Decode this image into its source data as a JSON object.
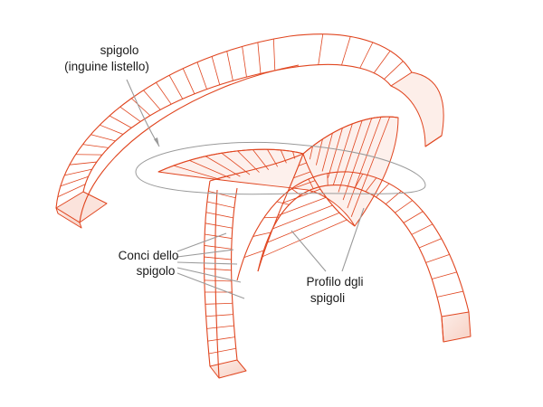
{
  "labels": {
    "spigolo_line1": "spigolo",
    "spigolo_line2": "(inguine listello)",
    "conci_line1": "Conci dello",
    "conci_line2": "spigolo",
    "profilo_line1": "Profilo dgli",
    "profilo_line2": "spigoli"
  },
  "colors": {
    "brick_stroke": "#e0451f",
    "brick_fill": "#fbe3dc",
    "brick_fill_dark": "#f6c9bb",
    "leader": "#9a9a9a",
    "text": "#1a1a1a"
  }
}
